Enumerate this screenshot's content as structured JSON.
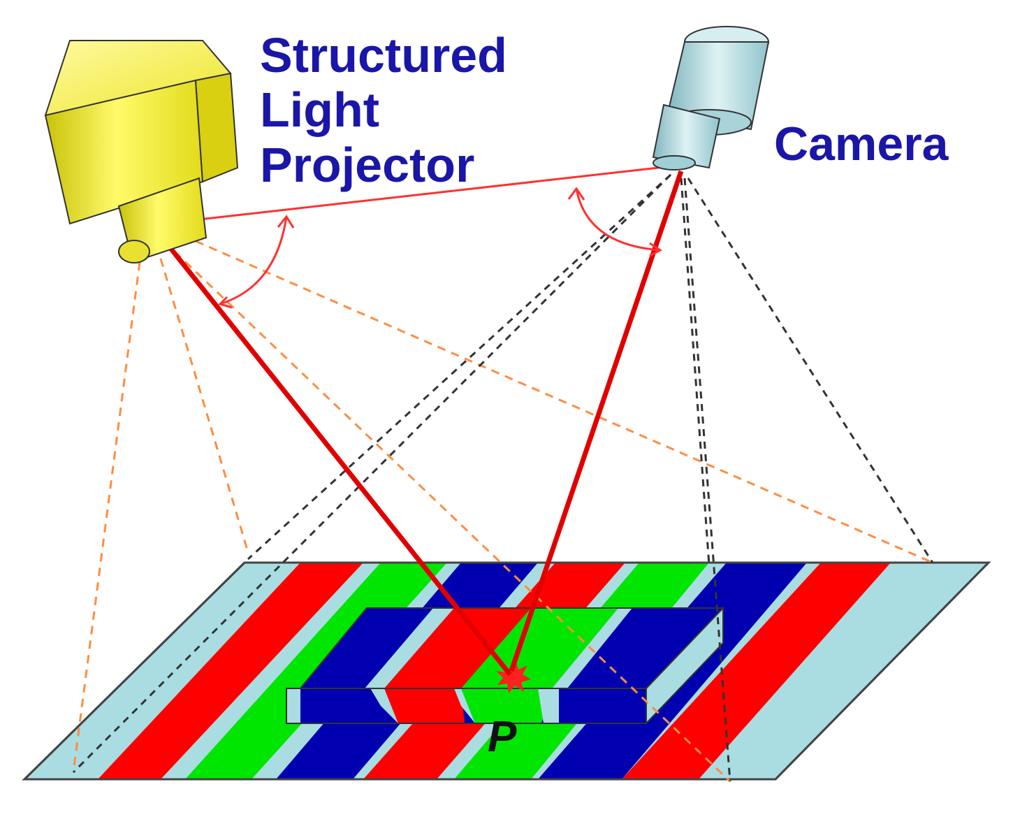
{
  "labels": {
    "projector": "Structured Light Projector",
    "camera": "Camera",
    "point": "P"
  },
  "colors": {
    "text": "#1a16a8",
    "projector_body": "#f2ee2a",
    "camera_body": "#b7dde3",
    "stripe_red": "#ff0000",
    "stripe_green": "#00e600",
    "stripe_blue": "#0000b0",
    "stripe_gap": "#a9dde2",
    "ray": "#ff1a1a",
    "projector_dashes": "#ff8c42",
    "camera_dashes": "#333333"
  },
  "icons": [
    "projector-icon",
    "camera-icon"
  ]
}
